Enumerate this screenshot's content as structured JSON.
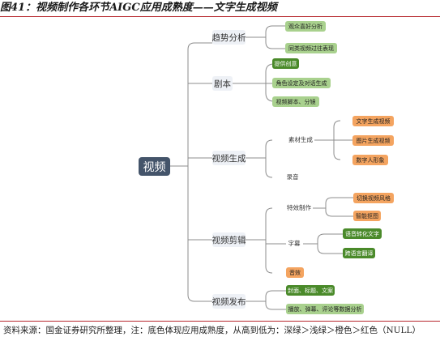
{
  "title": "图41：视频制作各环节AIGC应用成熟度——文字生成视频",
  "root": "视频",
  "branches": {
    "trend": {
      "label": "趋势分析",
      "leaves": [
        {
          "label": "观众喜好分析",
          "color": "#a9d18e"
        },
        {
          "label": "同类视频过往表现",
          "color": "#a9d18e"
        }
      ]
    },
    "script": {
      "label": "剧本",
      "leaves": [
        {
          "label": "提供创意",
          "color": "#4a8a2a"
        },
        {
          "label": "角色设定及对话生成",
          "color": "#a9d18e"
        },
        {
          "label": "视频脚本、分镜",
          "color": "#a9d18e"
        }
      ]
    },
    "generate": {
      "label": "视频生成",
      "material": {
        "label": "素材生成",
        "leaves": [
          {
            "label": "文字生成视频",
            "color": "#f4a460"
          },
          {
            "label": "图片生成视频",
            "color": "#f4a460"
          },
          {
            "label": "数字人形象",
            "color": "#f4a460"
          }
        ]
      },
      "record": {
        "label": "录音"
      }
    },
    "edit": {
      "label": "视频剪辑",
      "effects": {
        "label": "特效制作",
        "leaves": [
          {
            "label": "切换视频风格",
            "color": "#f4a460"
          },
          {
            "label": "智能抠图",
            "color": "#f4a460"
          }
        ]
      },
      "subtitle": {
        "label": "字幕",
        "leaves": [
          {
            "label": "语音转化文字",
            "color": "#4a8a2a"
          },
          {
            "label": "跨语言翻译",
            "color": "#4a8a2a"
          }
        ]
      },
      "audio": {
        "label": "音效",
        "color": "#f4a460"
      }
    },
    "publish": {
      "label": "视频发布",
      "leaves": [
        {
          "label": "封面、标题、文案",
          "color": "#4a8a2a"
        },
        {
          "label": "播放、弹幕、评论等数据分析",
          "color": "#a9d18e"
        }
      ]
    }
  },
  "legend_colors": {
    "deep_green": "#4a8a2a",
    "light_green": "#a9d18e",
    "orange": "#f4a460",
    "red": "#ff7f7f",
    "null": "#ffffff"
  },
  "line_color": "#8c8c8c",
  "source": "资料来源：国金证券研究所整理，注：底色体现应用成熟度，从高到低为：深绿＞浅绿＞橙色＞红色（NULL）"
}
